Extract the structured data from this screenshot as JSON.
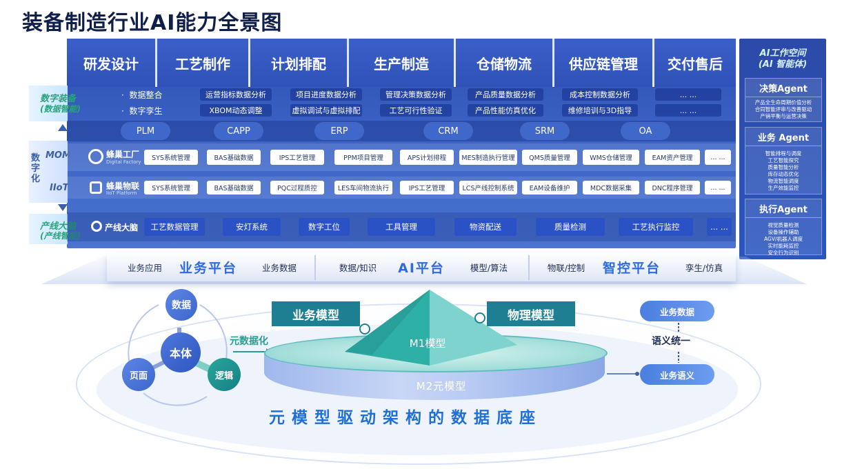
{
  "title": "装备制造行业AI能力全景图",
  "columns": [
    "研发设计",
    "工艺制作",
    "计划排配",
    "生产制造",
    "仓储物流",
    "供应链管理",
    "交付售后"
  ],
  "digital_equipment": {
    "side_label": "数字装备",
    "side_sub": "(数据智能)",
    "bullets": [
      "数据整合",
      "数字孪生"
    ],
    "rows": [
      [
        "运营指标数据分析",
        "项目进度数据分析",
        "管理决策数据分析",
        "产品质量数据分析",
        "成本控制数据分析",
        "... ..."
      ],
      [
        "XBOM动态调整",
        "虚拟调试与虚拟排配",
        "工艺可行性验证",
        "产品性能仿真优化",
        "维修培训与3D指导",
        "... ..."
      ]
    ]
  },
  "systems": [
    "PLM",
    "CAPP",
    "ERP",
    "CRM",
    "SRM",
    "OA"
  ],
  "digitalization_label": "数字化",
  "mom": {
    "side_label": "MOM",
    "logo_title": "蜂巢工厂",
    "logo_sub": "Digital Factory",
    "items": [
      "SYS系统管理",
      "BAS基础数据",
      "IPS工艺管理",
      "PPM项目管理",
      "APS计划排程",
      "MES制造执行管理",
      "QMS质量管理",
      "WMS仓储管理",
      "EAM资产管理",
      "... ..."
    ]
  },
  "iiot": {
    "side_label": "IIoT",
    "logo_title": "蜂巢物联",
    "logo_sub": "IIoT Platform",
    "items": [
      "SYS系统管理",
      "BAS基础数据",
      "PQC过程质控",
      "LES车间物流执行",
      "IPS工艺管理",
      "LCS产线控制系统",
      "EAM设备维护",
      "MDC数据采集",
      "DNC程序管理",
      "... ..."
    ]
  },
  "brain": {
    "side_label": "产线大脑",
    "side_sub": "(产线智能)",
    "logo_title": "产线大脑",
    "items": [
      "工艺数据管理",
      "安灯系统",
      "数字工位",
      "工具管理",
      "物资配送",
      "质量检测",
      "工艺执行监控",
      "... ..."
    ]
  },
  "agent_panel": {
    "title": "AI工作空间",
    "subtitle": "(AI 智能体)",
    "boxes": [
      {
        "name": "决策Agent",
        "lines": [
          "产品全生命周期价值分析",
          "合同智能评审与改善驱动",
          "产销平衡与运营决策"
        ]
      },
      {
        "name": "业务 Agent",
        "lines": [
          "智能排程与调度",
          "工艺智能探究",
          "质量智能分析",
          "库存动态优化",
          "物流智能调度",
          "生产效能监控"
        ]
      },
      {
        "name": "执行Agent",
        "lines": [
          "视觉质量检测",
          "设备操作辅助",
          "AGV/机器人调度",
          "实时能耗监控",
          "安全行为识别"
        ]
      }
    ]
  },
  "platforms": [
    {
      "left": "业务应用",
      "name": "业务平台",
      "right": "业务数据"
    },
    {
      "left": "数据/知识",
      "name": "AI平台",
      "right": "模型/算法"
    },
    {
      "left": "物联/控制",
      "name": "智控平台",
      "right": "孪生/仿真"
    }
  ],
  "ontology": {
    "center": "本体",
    "top": "数据",
    "left": "页面",
    "right": "逻辑",
    "meta_label": "元数据化"
  },
  "models": {
    "business": "业务模型",
    "physical": "物理模型",
    "m1": "M1模型",
    "m2": "M2元模型"
  },
  "semantic": {
    "top": "业务数据",
    "bottom": "业务语义",
    "label": "语义统一"
  },
  "base_caption": "元模型驱动架构的数据底座",
  "colors": {
    "panel": "#2d4fb0",
    "accent": "#2f6be0",
    "teal": "#1f7f92"
  }
}
